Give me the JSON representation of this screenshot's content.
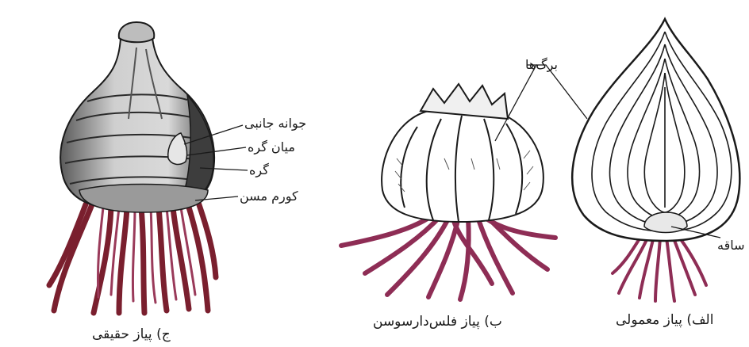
{
  "labels": {
    "leaves": "برگ‌ها",
    "lateral_bud": "جوانه جانبی",
    "internode": "میان گره",
    "node": "گره",
    "corm": "کورم مسن",
    "stem": "ساقه"
  },
  "captions": {
    "common_onion": "الف) پیاز معمولی",
    "lily_bulb": "ب) پیاز فلس‌دارسوسن",
    "true_bulb": "ج) پیاز حقیقی"
  },
  "colors": {
    "root": "#8e2d55",
    "root_dark": "#7a1f2e",
    "ink": "#1a1a1a",
    "shade": "#6f6f6f"
  }
}
